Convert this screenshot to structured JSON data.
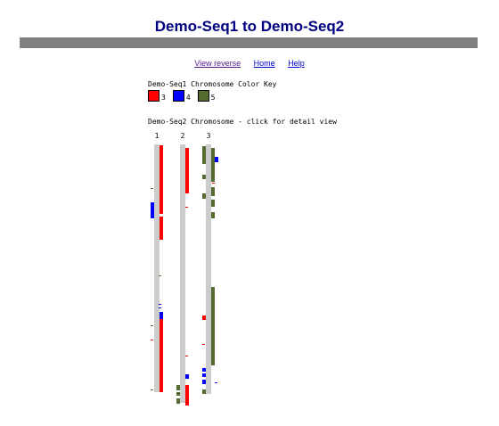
{
  "title": "Demo-Seq1 to Demo-Seq2",
  "links": [
    {
      "label": "View reverse"
    },
    {
      "label": "Home"
    },
    {
      "label": "Help"
    }
  ],
  "key_heading": "Demo-Seq1 Chromosome Color Key",
  "color_key": [
    {
      "label": "3",
      "color": "#ff0000"
    },
    {
      "label": "4",
      "color": "#0000ff"
    },
    {
      "label": "5",
      "color": "#556b2f"
    }
  ],
  "chrom_heading": "Demo-Seq2 Chromosome - click for detail view",
  "colors": {
    "chromosome": "#cccccc",
    "bar": "#808080",
    "title": "#000080"
  },
  "chromosomes": [
    {
      "label": "1"
    },
    {
      "label": "2"
    },
    {
      "label": "3"
    }
  ]
}
